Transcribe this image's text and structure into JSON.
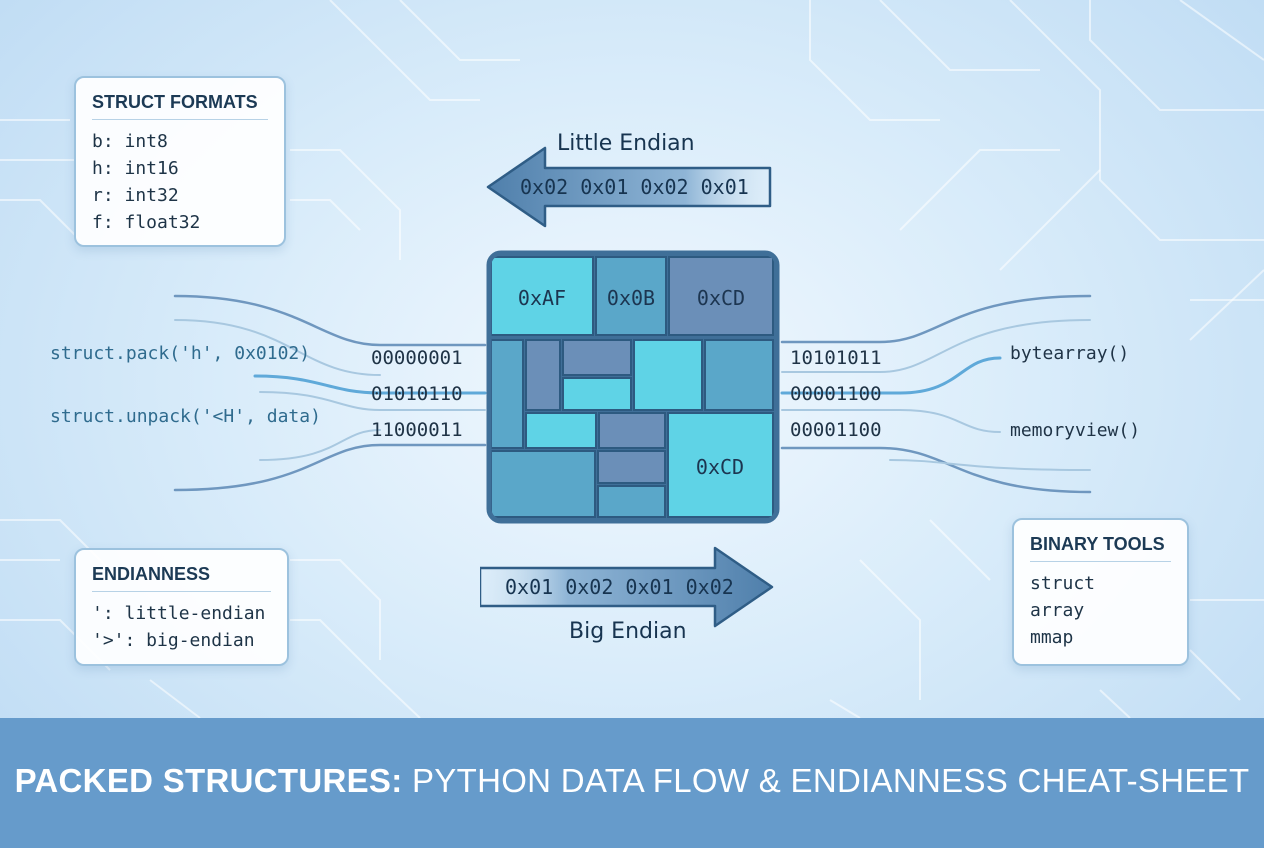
{
  "cards": {
    "struct_formats": {
      "title": "STRUCT FORMATS",
      "lines": [
        "b: int8",
        "h: int16",
        "r: int32",
        "f: float32"
      ]
    },
    "endianness": {
      "title": "ENDIANNESS",
      "lines": [
        "': little-endian",
        "'>': big-endian"
      ]
    },
    "binary_tools": {
      "title": "BINARY TOOLS",
      "lines": [
        "struct",
        "array",
        "mmap"
      ]
    }
  },
  "little_endian": {
    "caption": "Little Endian",
    "bytes": "0x02 0x01 0x02 0x01"
  },
  "big_endian": {
    "caption": "Big Endian",
    "bytes": "0x01 0x02 0x01 0x02"
  },
  "left_code": {
    "pack": "struct.pack('h', 0x0102)",
    "unpack": "struct.unpack('<H', data)"
  },
  "left_bits": [
    "00000001",
    "01010110",
    "11000011"
  ],
  "right_bits": [
    "10101011",
    "00001100",
    "00001100"
  ],
  "right_tools": {
    "bytearray": "bytearray()",
    "memoryview": "memoryview()"
  },
  "block_cells": {
    "top_left": "0xAF",
    "top_mid": "0x0B",
    "top_right": "0xCD",
    "bottom_right": "0xCD"
  },
  "footer": {
    "bold": "PACKED STRUCTURES:",
    "rest": " PYTHON DATA FLOW & ENDIANNESS CHEAT-SHEET"
  },
  "colors": {
    "cyan": "#5fd3e6",
    "mid_blue": "#5aa7c9",
    "slate": "#6b8fb8",
    "border": "#3f6f98",
    "footer": "#669bcb"
  }
}
